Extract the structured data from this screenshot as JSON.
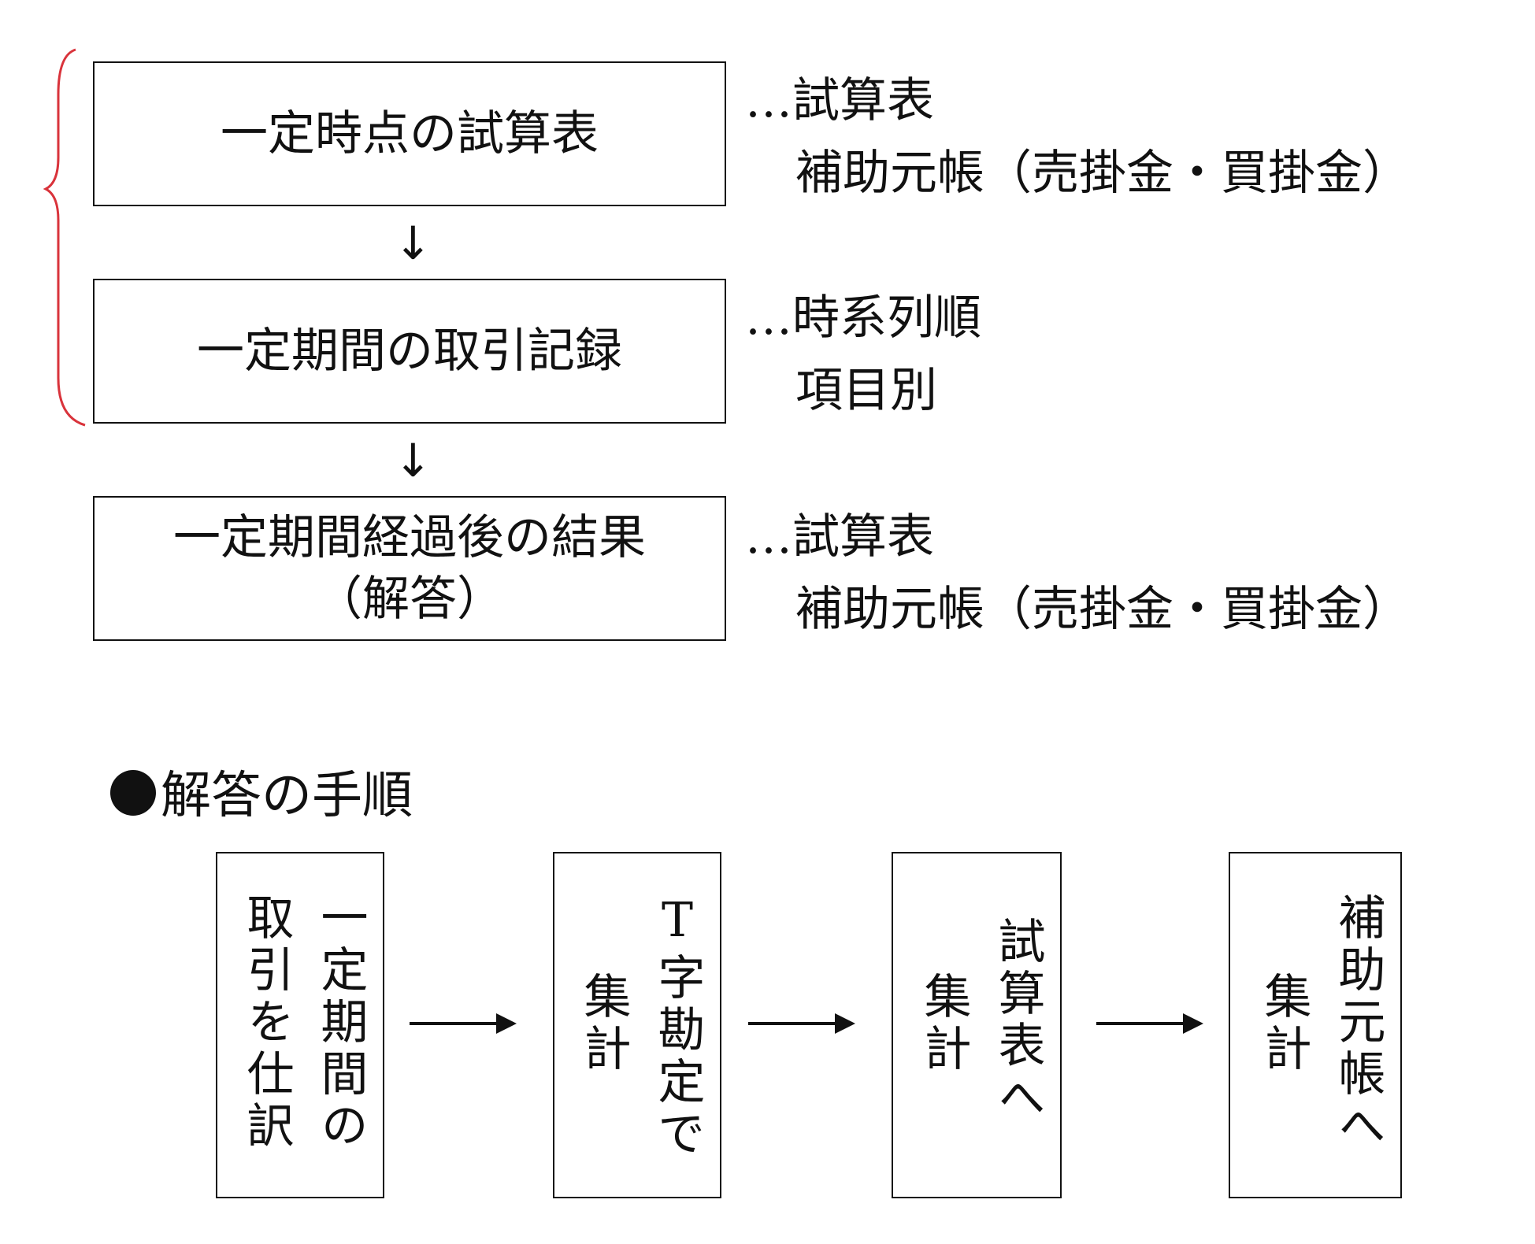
{
  "upper": {
    "boxes": [
      {
        "lines": [
          "一定時点の試算表"
        ]
      },
      {
        "lines": [
          "一定期間の取引記録"
        ]
      },
      {
        "lines": [
          "一定期間経過後の結果",
          "（解答）"
        ]
      }
    ],
    "arrow": "↓",
    "notes": [
      {
        "line1": "…試算表",
        "line2": "補助元帳（売掛金・買掛金）"
      },
      {
        "line1": "…時系列順",
        "line2": "項目別"
      },
      {
        "line1": "…試算表",
        "line2": "補助元帳（売掛金・買掛金）"
      }
    ],
    "brace_color": "#d9333b"
  },
  "procedure": {
    "heading": "解答の手順",
    "steps": [
      {
        "col1": "一定期間の",
        "col2": "取引を仕訳"
      },
      {
        "col1": "T字勘定で",
        "col2": "集計"
      },
      {
        "col1": "試算表へ",
        "col2": "集計"
      },
      {
        "col1": "補助元帳へ",
        "col2": "集計"
      }
    ]
  }
}
